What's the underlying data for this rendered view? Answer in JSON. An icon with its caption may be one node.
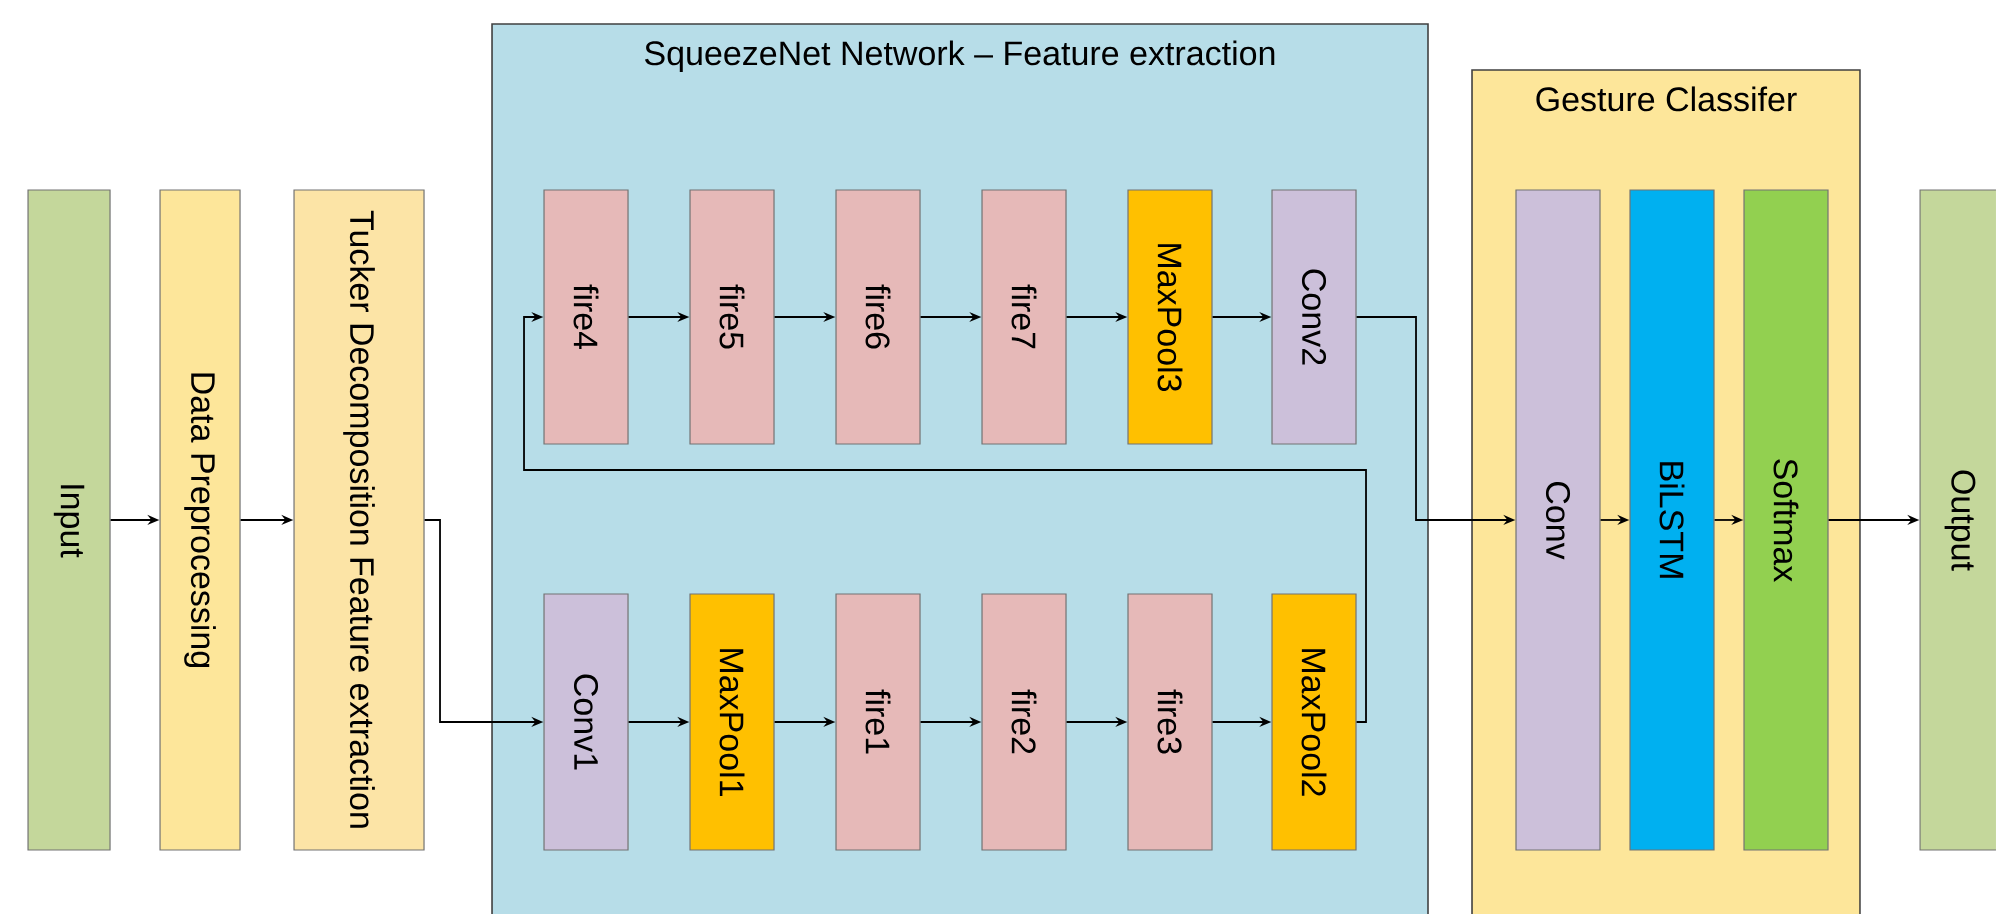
{
  "diagram": {
    "nodes": [
      {
        "text": [
          "Input"
        ]
      },
      {
        "text": [
          "Data Preprocessing"
        ]
      },
      {
        "text": [
          "Tucker Decomposition Feature extraction"
        ]
      },
      {
        "text": [
          "SqueezeNet Network – Feature extraction"
        ]
      },
      {
        "text": [
          "fire4"
        ],
        "in": 3
      },
      {
        "text": [
          "fire5"
        ],
        "in": 3
      },
      {
        "text": [
          "fire6"
        ],
        "in": 3
      },
      {
        "text": [
          "fire7"
        ],
        "in": 3
      },
      {
        "text": [
          "MaxPool3"
        ],
        "in": 3
      },
      {
        "text": [
          "Conv2"
        ],
        "in": 3
      },
      {
        "text": [
          "Conv1"
        ],
        "in": 3
      },
      {
        "text": [
          "MaxPool1"
        ],
        "in": 3
      },
      {
        "text": [
          "fire1"
        ],
        "in": 3
      },
      {
        "text": [
          "fire2"
        ],
        "in": 3
      },
      {
        "text": [
          "fire3"
        ],
        "in": 3
      },
      {
        "text": [
          "MaxPool2"
        ],
        "in": 3
      },
      {
        "text": [
          "Gesture Classifer"
        ]
      },
      {
        "text": [
          "Conv"
        ],
        "in": 16
      },
      {
        "text": [
          "BiLSTM"
        ],
        "in": 16
      },
      {
        "text": [
          "Softmax"
        ],
        "in": 16
      },
      {
        "text": [
          "Output"
        ]
      }
    ],
    "edges": [
      {
        "from": 0,
        "to": 1,
        "arrow": "to"
      },
      {
        "from": 1,
        "to": 2,
        "arrow": "to"
      },
      {
        "from": 2,
        "to": 10,
        "arrow": "to"
      },
      {
        "from": 10,
        "to": 11,
        "arrow": "to"
      },
      {
        "from": 11,
        "to": 12,
        "arrow": "to"
      },
      {
        "from": 12,
        "to": 13,
        "arrow": "to"
      },
      {
        "from": 13,
        "to": 14,
        "arrow": "to"
      },
      {
        "from": 14,
        "to": 15,
        "arrow": "to"
      },
      {
        "from": 15,
        "to": 4,
        "arrow": "to"
      },
      {
        "from": 4,
        "to": 5,
        "arrow": "to"
      },
      {
        "from": 5,
        "to": 6,
        "arrow": "to"
      },
      {
        "from": 6,
        "to": 7,
        "arrow": "to"
      },
      {
        "from": 7,
        "to": 8,
        "arrow": "to"
      },
      {
        "from": 8,
        "to": 9,
        "arrow": "to"
      },
      {
        "from": 9,
        "to": 17,
        "arrow": "to"
      },
      {
        "from": 17,
        "to": 18,
        "arrow": "to"
      },
      {
        "from": 18,
        "to": 19,
        "arrow": "to"
      },
      {
        "from": 19,
        "to": 20,
        "arrow": "to"
      }
    ]
  }
}
